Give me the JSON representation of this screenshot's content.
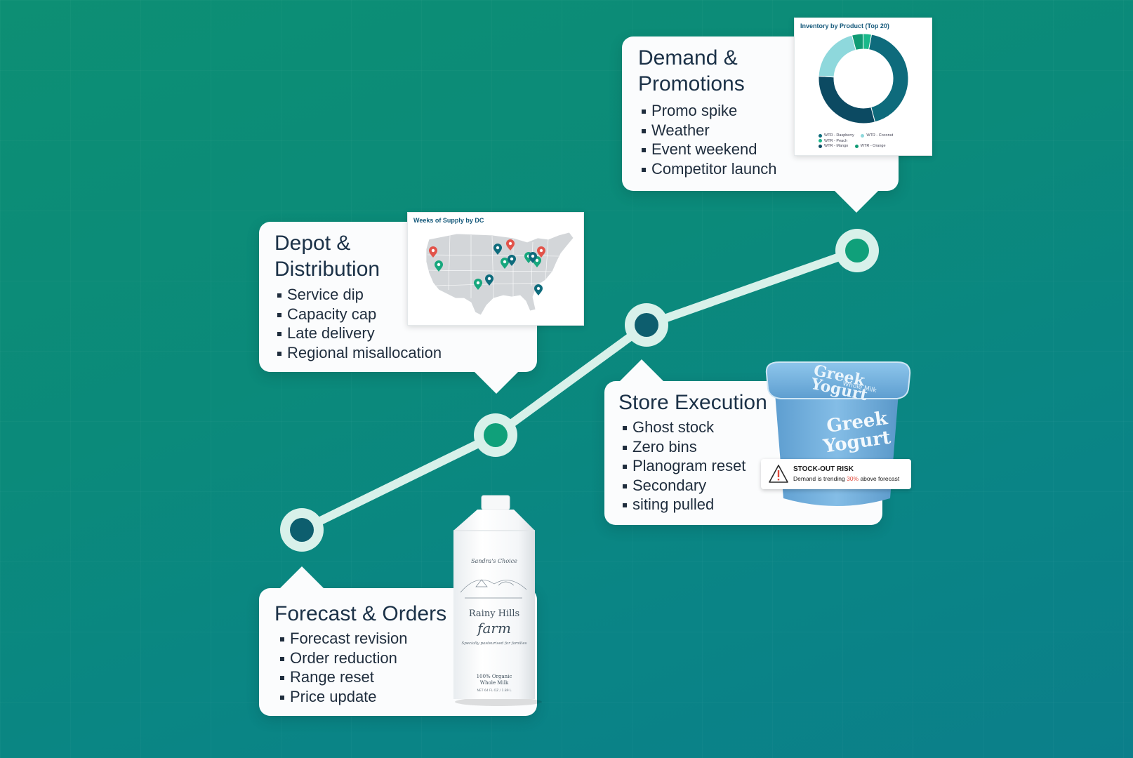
{
  "stages": {
    "forecast": {
      "title": "Forecast & Orders",
      "items": [
        "Forecast revision",
        "Order reduction",
        "Range reset",
        "Price update"
      ]
    },
    "depot": {
      "title_line1": "Depot &",
      "title_line2": "Distribution",
      "items": [
        "Service dip",
        "Capacity cap",
        "Late delivery",
        "Regional misallocation"
      ]
    },
    "store": {
      "title": "Store Execution",
      "items": [
        "Ghost stock",
        "Zero bins",
        "Planogram reset",
        "Secondary",
        "siting pulled"
      ]
    },
    "demand": {
      "title_line1": "Demand &",
      "title_line2": "Promotions",
      "items": [
        "Promo spike",
        "Weather",
        "Event weekend",
        "Competitor launch"
      ]
    }
  },
  "map_panel": {
    "title": "Weeks of Supply by DC",
    "pins": [
      {
        "color": "red"
      },
      {
        "color": "green"
      },
      {
        "color": "teal"
      },
      {
        "color": "red"
      },
      {
        "color": "green"
      },
      {
        "color": "teal"
      },
      {
        "color": "green"
      },
      {
        "color": "green"
      },
      {
        "color": "red"
      },
      {
        "color": "green"
      },
      {
        "color": "teal"
      },
      {
        "color": "teal"
      },
      {
        "color": "teal"
      }
    ]
  },
  "donut_panel": {
    "title": "Inventory by Product (Top 20)",
    "legend": [
      "WTR - Raspberry",
      "WTR - Coconut",
      "WTR - Peach",
      "WTR - Mango",
      "WTR - Orange"
    ]
  },
  "chart_data": {
    "type": "pie",
    "title": "Inventory by Product (Top 20)",
    "categories": [
      "WTR - Raspberry",
      "WTR - Mango",
      "WTR - Coconut",
      "WTR - Orange",
      "WTR - Peach"
    ],
    "values": [
      43,
      30,
      20,
      4,
      3
    ],
    "colors": [
      "#0e6b7c",
      "#0c4a62",
      "#8ed8dc",
      "#0f9b74",
      "#19b88a"
    ]
  },
  "milk_carton": {
    "brand_top": "Sandra's Choice",
    "brand_name": "Rainy Hills",
    "brand_script": "farm",
    "tagline": "Specially pasteurised for families",
    "product_line1": "100% Organic",
    "product_line2": "Whole Milk",
    "volume": "NET 64 FL OZ / 1.89 L"
  },
  "yogurt": {
    "lid_text_line1": "Greek",
    "lid_text_line2": "Yogurt",
    "lid_sub": "Whole Milk",
    "side_text_line1": "Greek",
    "side_text_line2": "Yogurt"
  },
  "alert": {
    "title": "STOCK-OUT RISK",
    "text_pre": "Demand is trending ",
    "text_highlight": "30%",
    "text_post": " above forecast",
    "highlight_color": "#e04b3c"
  },
  "colors": {
    "node_dark": "#0d5e6e",
    "node_green": "#10a07a",
    "track": "#d8f1ea"
  }
}
